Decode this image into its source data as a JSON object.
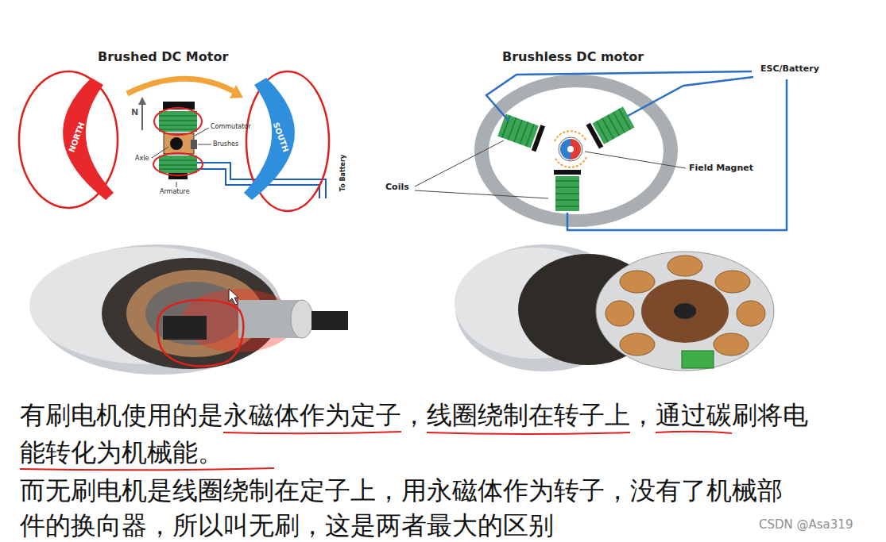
{
  "diagram": {
    "nodes": [
      {
        "text": [
          "NORTH"
        ]
      },
      {
        "text": [
          "SOUTH"
        ]
      }
    ],
    "labels": [
      "Brushed DC Motor",
      "Brushless DC motor",
      "N",
      "Commutator",
      "Brushes",
      "Axle",
      "Armature",
      "To Battery",
      "ESC/Battery",
      "Coils",
      "Field Magnet",
      "有刷电机使用的是永磁体作为定子，线圈绕制在转子上，通过碳刷将电能转化为机械能。",
      "而无刷电机是线圈绕制在定子上，用永磁体作为转子，没有了机械部件的换向器，所以叫无刷，这是两者最大的区别",
      "CSDN @Asa319"
    ]
  }
}
